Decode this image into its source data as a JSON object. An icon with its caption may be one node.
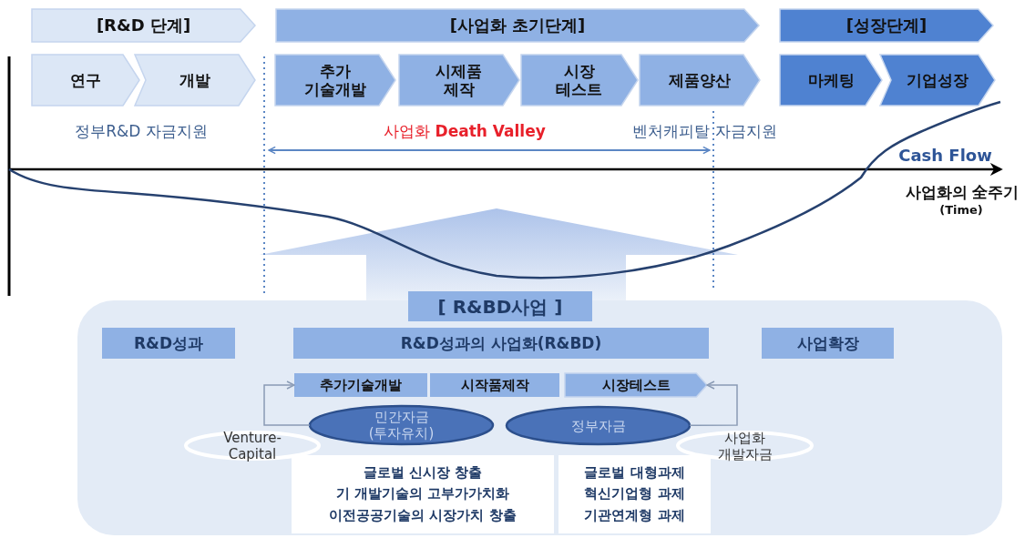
{
  "diagram": {
    "nodes": [
      {
        "text": [
          "[R&D 단계]"
        ]
      },
      {
        "text": [
          "[사업화 초기단계]"
        ]
      },
      {
        "text": [
          "[성장단계]"
        ]
      },
      {
        "text": [
          "연구"
        ]
      },
      {
        "text": [
          "개발"
        ]
      },
      {
        "text": [
          "추가 기술개발"
        ]
      },
      {
        "text": [
          "시제품 제작"
        ]
      },
      {
        "text": [
          "시장 테스트"
        ]
      },
      {
        "text": [
          "제품양산"
        ]
      },
      {
        "text": [
          "마케팅"
        ]
      },
      {
        "text": [
          "기업성장"
        ]
      },
      {
        "text": [
          "[ R&BD사업 ]"
        ]
      },
      {
        "text": [],
        "shape": "box"
      },
      {
        "text": [
          "R&D성과"
        ],
        "in": 12
      },
      {
        "text": [
          "R&D성과의 사업화(R&BD)"
        ],
        "in": 12
      },
      {
        "text": [
          "사업확장"
        ],
        "in": 12
      },
      {
        "text": [
          "추가기술개발"
        ],
        "in": 12
      },
      {
        "text": [
          "시작품제작"
        ],
        "in": 12
      },
      {
        "text": [
          "시장테스트"
        ],
        "in": 12
      },
      {
        "text": [
          "민간자금 (투자유치)"
        ],
        "in": 12
      },
      {
        "text": [
          "정부자금"
        ],
        "in": 12
      },
      {
        "text": [
          "Venture- Capital"
        ],
        "in": 12
      },
      {
        "text": [
          "사업화 개발자금"
        ],
        "in": 12
      },
      {
        "text": [
          "글로벌 신시장 창출",
          "기 개발기술의 고부가가치화",
          "이전공공기술의 시장가치 창출"
        ],
        "in": 12
      },
      {
        "text": [
          "글로벌 대형과제",
          "혁신기업형 과제",
          "기관연계형 과제"
        ],
        "in": 12
      }
    ],
    "edges": [
      {
        "from": 19,
        "to": 16,
        "arrow": "to"
      },
      {
        "from": 20,
        "to": 18,
        "arrow": "to"
      }
    ],
    "labels": [
      "정부R&D 자금지원",
      "사업화 **Death Valley**",
      "벤처캐피탈 자금지원",
      "Cash Flow",
      "사업화의 全주기",
      "(Time)"
    ]
  }
}
